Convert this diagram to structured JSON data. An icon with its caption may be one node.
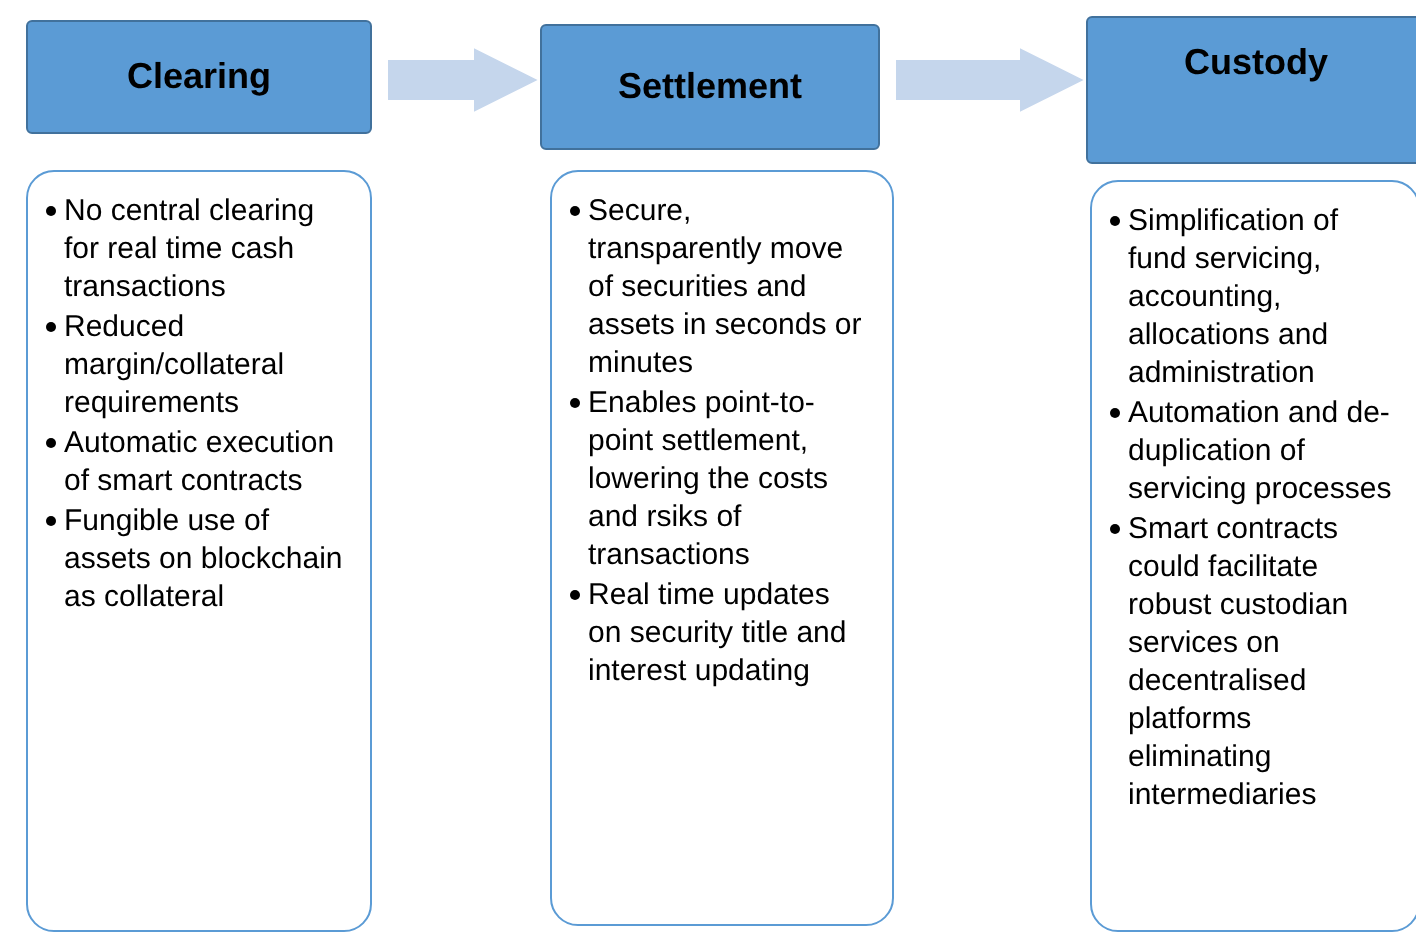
{
  "diagram": {
    "nodes": [
      {
        "text": [
          "Clearing"
        ]
      },
      {
        "text": [
          "Settlement"
        ]
      },
      {
        "text": [
          "Custody"
        ]
      },
      {
        "text": [
          "No central clearing for real time cash transactions",
          "Reduced margin/collateral requirements",
          "Automatic execution of smart contracts",
          "Fungible use of assets on blockchain as collateral"
        ]
      },
      {
        "text": [
          "Secure, transparently move of securities and assets in seconds or minutes",
          "Enables point-to-point settlement, lowering the costs and rsiks of transactions",
          "Real time updates on security title and interest updating"
        ]
      },
      {
        "text": [
          "Simplification of fund servicing, accounting, allocations and administration",
          "Automation and de-duplication of servicing processes",
          "Smart contracts could facilitate robust custodian services on decentralised platforms eliminating intermediaries"
        ]
      }
    ],
    "edges": [
      {
        "from": 0,
        "to": 1,
        "arrow": "to"
      },
      {
        "from": 1,
        "to": 2,
        "arrow": "to"
      }
    ]
  }
}
